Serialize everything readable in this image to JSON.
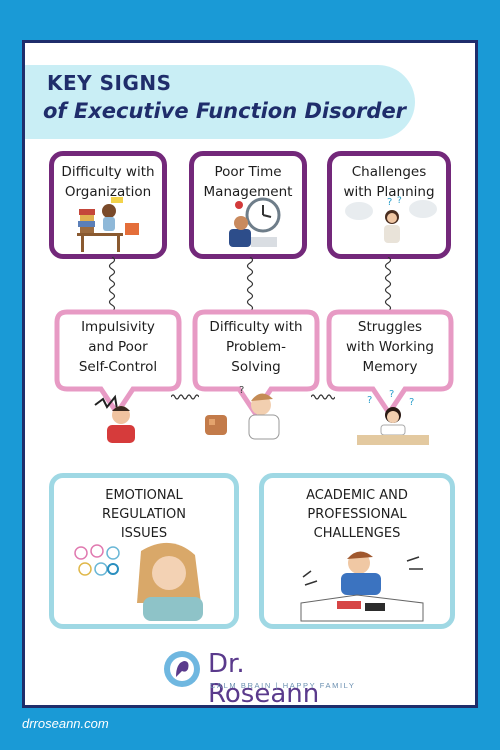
{
  "header": {
    "title_line1": "KEY SIGNS",
    "title_line2": "of Executive Function Disorder"
  },
  "signs_row1": [
    {
      "line1": "Difficulty with",
      "line2": "Organization"
    },
    {
      "line1": "Poor Time",
      "line2": "Management"
    },
    {
      "line1": "Challenges",
      "line2": "with Planning"
    }
  ],
  "signs_row2": [
    {
      "line1": "Impulsivity",
      "line2": "and Poor",
      "line3": "Self-Control"
    },
    {
      "line1": "Difficulty with",
      "line2": "Problem-",
      "line3": "Solving"
    },
    {
      "line1": "Struggles",
      "line2": "with Working",
      "line3": "Memory"
    }
  ],
  "signs_row3": [
    {
      "line1": "EMOTIONAL",
      "line2": "REGULATION",
      "line3": "ISSUES"
    },
    {
      "line1": "ACADEMIC AND",
      "line2": "PROFESSIONAL",
      "line3": "CHALLENGES"
    }
  ],
  "brand": {
    "name": "Dr. Roseann",
    "tagline": "CALM BRAIN | HAPPY FAMILY",
    "website": "drroseann.com"
  },
  "colors": {
    "background": "#1a9ad6",
    "navy": "#1f2d6b",
    "purple_border": "#73287a",
    "pink_border": "#e79ac4",
    "blue_border": "#9fd8e4",
    "banner": "#c9eef5"
  },
  "icons": [
    "organization-illustration",
    "clock-illustration",
    "planning-illustration",
    "angry-person-illustration",
    "puzzled-person-illustration",
    "confused-student-illustration",
    "stressed-woman-illustration",
    "overwhelmed-student-illustration",
    "brand-logo-icon"
  ]
}
